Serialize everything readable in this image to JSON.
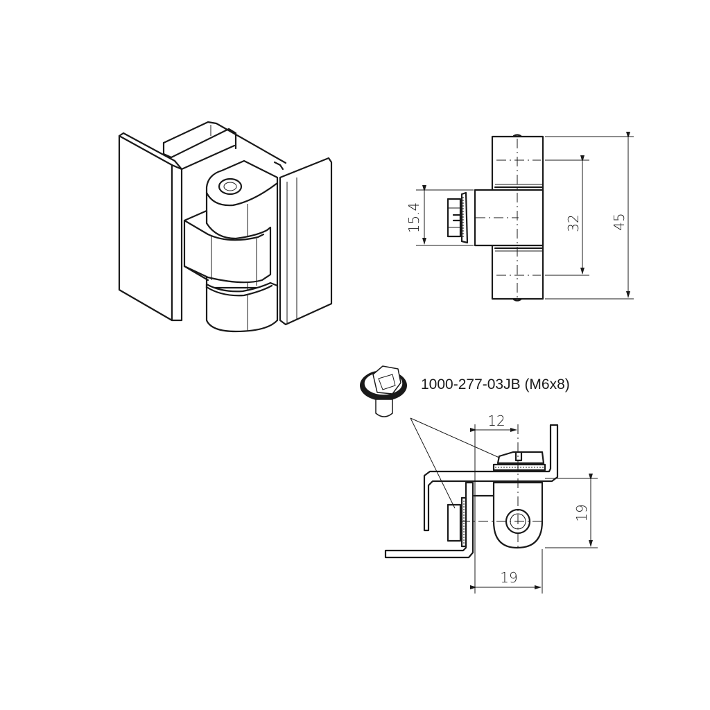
{
  "drawing": {
    "title": "Hinge technical drawing",
    "views": {
      "isometric": {
        "label": "isometric-view"
      },
      "side": {
        "dimensions": {
          "pin_block_height": "15.4",
          "pin_spacing": "32",
          "overall_height": "45"
        }
      },
      "top": {
        "dimensions": {
          "screw_offset": "12",
          "knuckle_depth": "19",
          "knuckle_width": "19"
        }
      }
    },
    "screw_callout": {
      "part_number": "1000-277-03JB (M6x8)"
    },
    "colors": {
      "line": "#1a1a1a",
      "background": "#ffffff"
    }
  }
}
